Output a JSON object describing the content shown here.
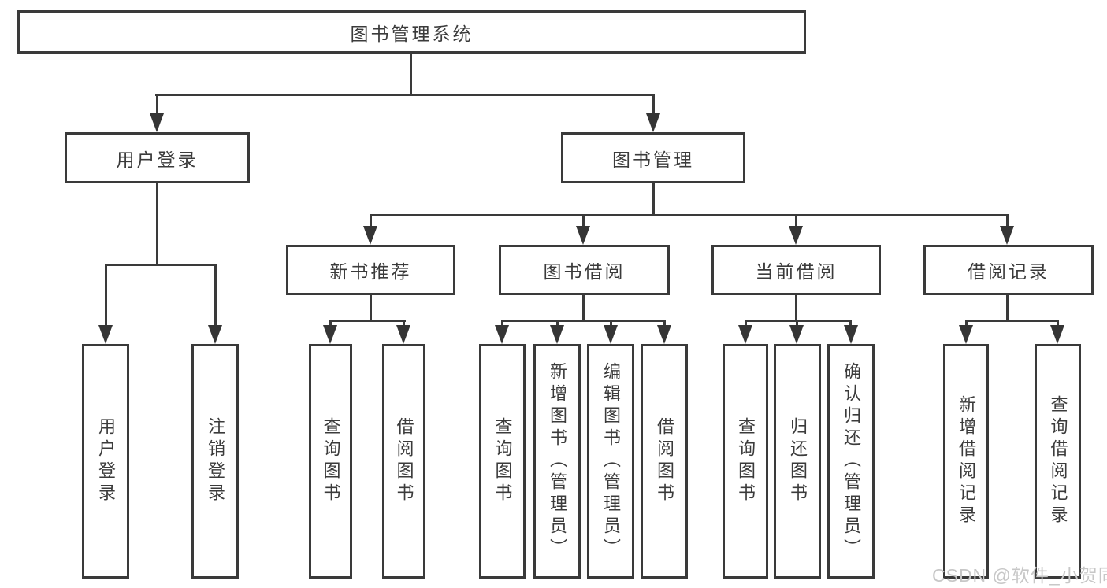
{
  "diagram": {
    "root": {
      "label": "图书管理系统"
    },
    "level2": [
      {
        "label": "用户登录"
      },
      {
        "label": "图书管理"
      }
    ],
    "level3": [
      {
        "label": "新书推荐"
      },
      {
        "label": "图书借阅"
      },
      {
        "label": "当前借阅"
      },
      {
        "label": "借阅记录"
      }
    ],
    "leaves": [
      {
        "label": "用户登录"
      },
      {
        "label": "注销登录"
      },
      {
        "label": "查询图书"
      },
      {
        "label": "借阅图书"
      },
      {
        "label": "查询图书"
      },
      {
        "label": "新增图书（管理员）"
      },
      {
        "label": "编辑图书（管理员）"
      },
      {
        "label": "借阅图书"
      },
      {
        "label": "查询图书"
      },
      {
        "label": "归还图书"
      },
      {
        "label": "确认归还（管理员）"
      },
      {
        "label": "新增借阅记录"
      },
      {
        "label": "查询借阅记录"
      }
    ],
    "line_color": "#3a3a3a"
  },
  "watermark": {
    "text": "CSDN @软件_小贺同学",
    "color": "#c7c7c7"
  }
}
